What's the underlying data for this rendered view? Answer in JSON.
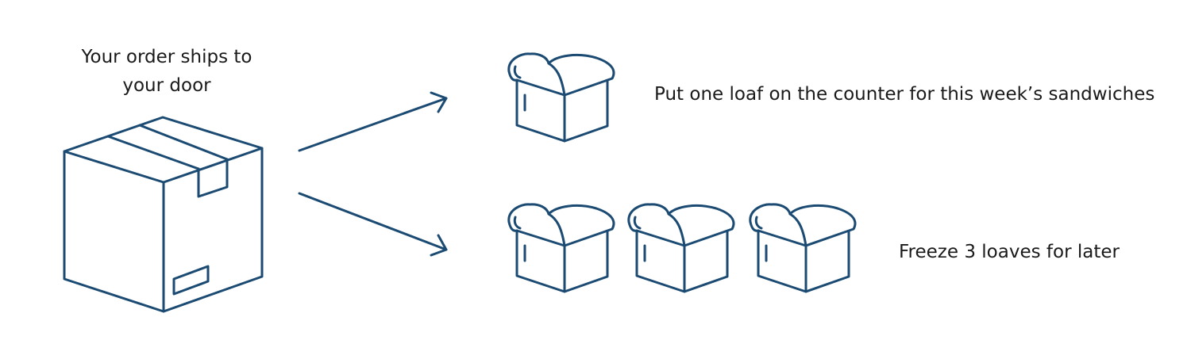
{
  "shipping": {
    "line1": "Your order ships to",
    "line2": "your door",
    "icon": "shipping-box-icon"
  },
  "counter": {
    "caption": "Put one loaf on the counter for this week’s sandwiches",
    "loaf_count": 1
  },
  "freezer": {
    "caption": "Freeze 3 loaves for later",
    "loaf_count": 3
  },
  "colors": {
    "line": "#1b4a72",
    "text": "#1a1a1a",
    "background": "#ffffff"
  }
}
